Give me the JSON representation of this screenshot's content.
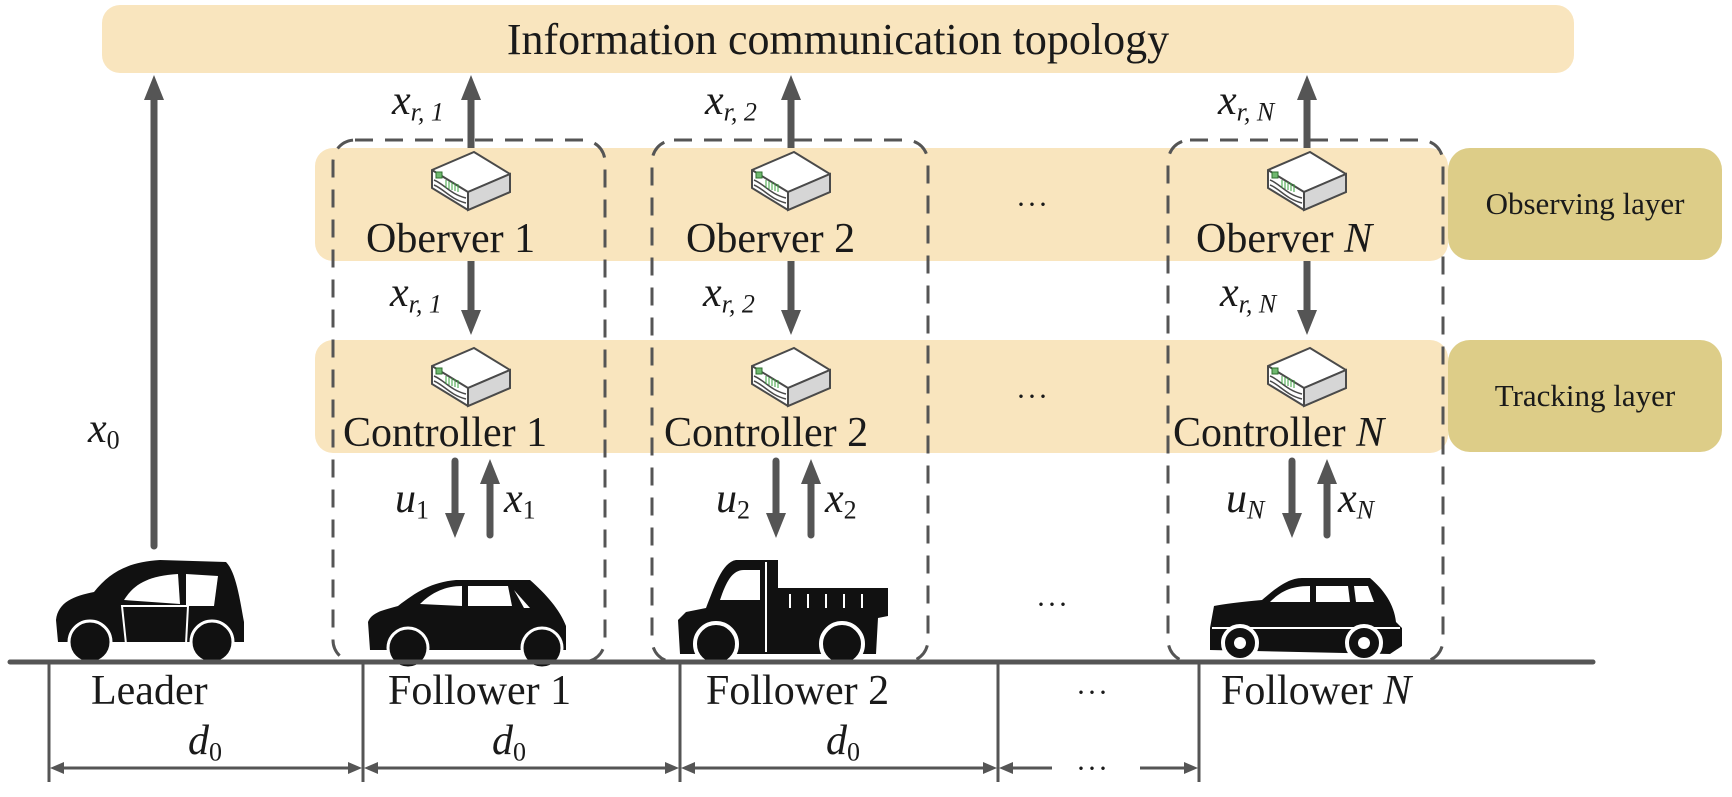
{
  "title": "Information communication topology",
  "layers": {
    "observing": "Observing layer",
    "tracking": "Tracking layer"
  },
  "colors": {
    "band": "#f9e5be",
    "layer_label": "#ddcd88",
    "arrow": "#555555",
    "vehicle": "#111111"
  },
  "leader": {
    "label": "Leader",
    "signal_var": "x",
    "signal_sub": "0",
    "vehicle_icon": "hatchback-car-icon"
  },
  "followers": [
    {
      "label": "Follower 1",
      "observer": "Oberver 1",
      "controller": "Controller 1",
      "xr_var": "x",
      "xr_sub": "r, 1",
      "u_var": "u",
      "u_sub": "1",
      "x_var": "x",
      "x_sub": "1",
      "vehicle_icon": "compact-car-icon"
    },
    {
      "label": "Follower 2",
      "observer": "Oberver 2",
      "controller": "Controller 2",
      "xr_var": "x",
      "xr_sub": "r, 2",
      "u_var": "u",
      "u_sub": "2",
      "x_var": "x",
      "x_sub": "2",
      "vehicle_icon": "truck-icon"
    },
    {
      "label_prefix": "Follower ",
      "label_var": "N",
      "observer_prefix": "Oberver ",
      "controller_prefix": "Controller ",
      "index_var": "N",
      "xr_var": "x",
      "xr_sub_prefix": "r, ",
      "xr_sub_var": "N",
      "u_var": "u",
      "u_sub": "N",
      "x_var": "x",
      "x_sub": "N",
      "vehicle_icon": "suv-icon"
    }
  ],
  "ellipsis": "...",
  "spacing": {
    "var": "d",
    "sub": "0"
  }
}
